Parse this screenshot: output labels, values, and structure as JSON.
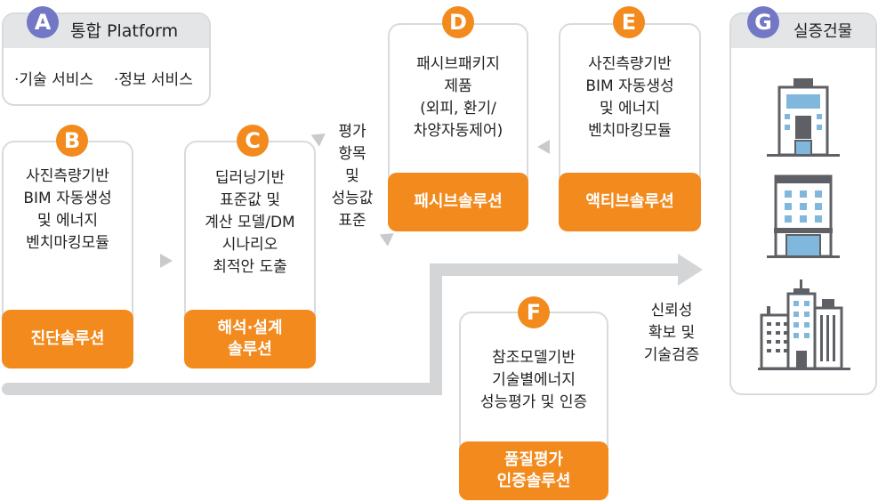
{
  "nodes": {
    "A": {
      "badge": "A",
      "title": "통합 Platform",
      "services": [
        "·기술 서비스",
        "·정보 서비스"
      ]
    },
    "B": {
      "badge": "B",
      "lines": [
        "사진측량기반",
        "BIM 자동생성",
        "및 에너지",
        "벤치마킹모듈"
      ],
      "solution": [
        "진단솔루션"
      ]
    },
    "C": {
      "badge": "C",
      "lines": [
        "딥러닝기반",
        "표준값 및",
        "계산 모델/DM",
        "시나리오",
        "최적안 도출"
      ],
      "solution": [
        "해석·설계",
        "솔루션"
      ]
    },
    "D": {
      "badge": "D",
      "lines": [
        "패시브패키지",
        "제품",
        "(외피, 환기/",
        "차양자동제어)"
      ],
      "solution": [
        "패시브솔루션"
      ]
    },
    "E": {
      "badge": "E",
      "lines": [
        "사진측량기반",
        "BIM 자동생성",
        "및 에너지",
        "벤치마킹모듈"
      ],
      "solution": [
        "액티브솔루션"
      ]
    },
    "F": {
      "badge": "F",
      "lines": [
        "참조모델기반",
        "기술별에너지",
        "성능평가 및 인증"
      ],
      "solution": [
        "품질평가",
        "인증솔루션"
      ]
    },
    "G": {
      "badge": "G",
      "title": "실증건물",
      "buildings": [
        "office-building-icon",
        "apartment-building-icon",
        "city-towers-icon"
      ]
    }
  },
  "labels": {
    "evaluation": [
      "평가",
      "항목",
      "및",
      "성능값",
      "표준"
    ],
    "verification": [
      "신뢰성",
      "확보 및",
      "기술검증"
    ]
  },
  "colors": {
    "orange": "#f28a1d",
    "badge_blue": "#7277c6",
    "grey": "#d4d5d7",
    "icon_blue": "#7fb8dc",
    "icon_grey": "#5e6066"
  }
}
